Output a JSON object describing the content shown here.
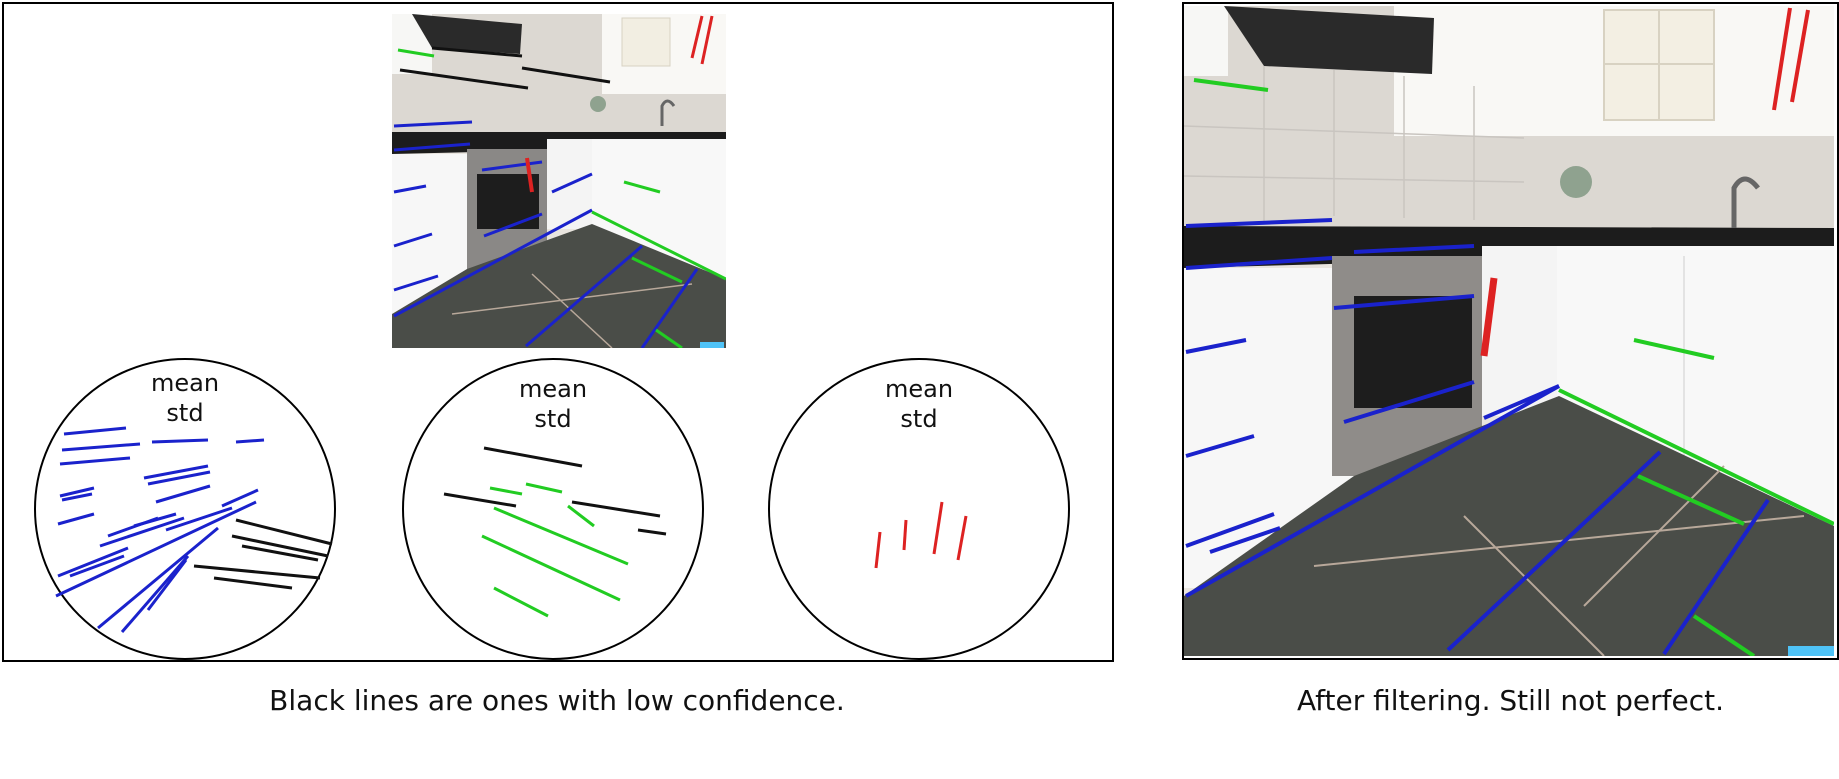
{
  "left_caption": "Black lines are ones with low confidence.",
  "right_caption": "After filtering. Still not perfect.",
  "circles": [
    {
      "line1": "mean",
      "line2": "std"
    },
    {
      "line1": "mean",
      "line2": "std"
    },
    {
      "line1": "mean",
      "line2": "std"
    }
  ],
  "colors": {
    "blue": "#1a22cc",
    "green": "#22cc22",
    "black": "#111111",
    "red": "#dd2222"
  }
}
